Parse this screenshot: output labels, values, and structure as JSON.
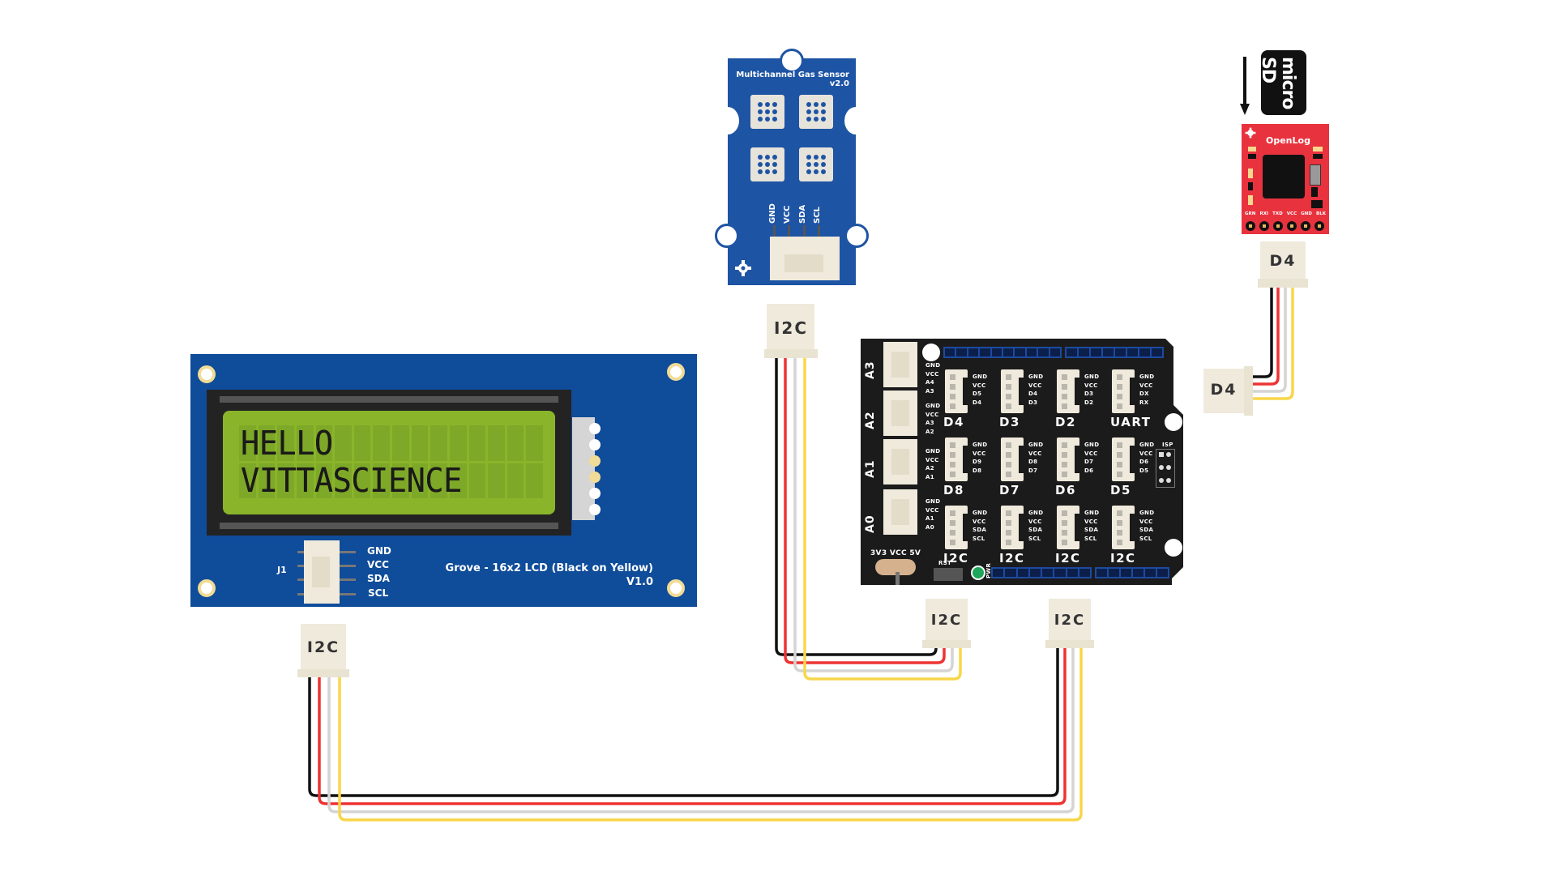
{
  "colors": {
    "wire_black": "#111111",
    "wire_red": "#ee3333",
    "wire_grey": "#d4d4d4",
    "wire_yellow": "#f8d64a",
    "grove_blue": "#1e54a4",
    "lcd_blue": "#0f4c99",
    "openlog_red": "#e8333f",
    "shield_black": "#1b1b1b",
    "lcd_green": "#8ab52a"
  },
  "gas_sensor": {
    "title": "Multichannel Gas Sensor",
    "version": "v2.0",
    "pins": [
      "GND",
      "VCC",
      "SDA",
      "SCL"
    ],
    "connector_label": "I2C"
  },
  "openlog": {
    "title": "OpenLog",
    "sd_card_label": "micro SD",
    "pins": [
      "GRN",
      "RXI",
      "TXD",
      "VCC",
      "GND",
      "BLK"
    ],
    "connector_label": "D4"
  },
  "lcd": {
    "line1": "HELLO",
    "line2": "VITTASCIENCE",
    "connector_name": "J1",
    "pins": [
      "GND",
      "VCC",
      "SDA",
      "SCL"
    ],
    "board_name": "Grove - 16x2 LCD (Black on Yellow)",
    "board_version": "V1.0",
    "connector_label": "I2C"
  },
  "shield": {
    "analog_ports": [
      {
        "name": "A3",
        "pins": [
          "GND",
          "VCC",
          "A4",
          "A3"
        ]
      },
      {
        "name": "A2",
        "pins": [
          "GND",
          "VCC",
          "A3",
          "A2"
        ]
      },
      {
        "name": "A1",
        "pins": [
          "GND",
          "VCC",
          "A2",
          "A1"
        ]
      },
      {
        "name": "A0",
        "pins": [
          "GND",
          "VCC",
          "A1",
          "A0"
        ]
      }
    ],
    "ports_row1": [
      {
        "name": "D4",
        "pins": [
          "GND",
          "VCC",
          "D5",
          "D4"
        ]
      },
      {
        "name": "D3",
        "pins": [
          "GND",
          "VCC",
          "D4",
          "D3"
        ]
      },
      {
        "name": "D2",
        "pins": [
          "GND",
          "VCC",
          "D3",
          "D2"
        ]
      },
      {
        "name": "UART",
        "pins": [
          "GND",
          "VCC",
          "DX",
          "RX"
        ]
      }
    ],
    "ports_row2": [
      {
        "name": "D8",
        "pins": [
          "GND",
          "VCC",
          "D9",
          "D8"
        ]
      },
      {
        "name": "D7",
        "pins": [
          "GND",
          "VCC",
          "D8",
          "D7"
        ]
      },
      {
        "name": "D6",
        "pins": [
          "GND",
          "VCC",
          "D7",
          "D6"
        ]
      },
      {
        "name": "D5",
        "pins": [
          "GND",
          "VCC",
          "D6",
          "D5"
        ]
      }
    ],
    "ports_row3": [
      {
        "name": "I2C",
        "pins": [
          "GND",
          "VCC",
          "SDA",
          "SCL"
        ]
      },
      {
        "name": "I2C",
        "pins": [
          "GND",
          "VCC",
          "SDA",
          "SCL"
        ]
      },
      {
        "name": "I2C",
        "pins": [
          "GND",
          "VCC",
          "SDA",
          "SCL"
        ]
      },
      {
        "name": "I2C",
        "pins": [
          "GND",
          "VCC",
          "SDA",
          "SCL"
        ]
      }
    ],
    "isp_label": "ISP",
    "voltage_switch_label": "3V3 VCC 5V",
    "reset_label": "RST",
    "power_label": "PWR"
  },
  "cables": {
    "shield_i2c_1": "I2C",
    "shield_i2c_2": "I2C",
    "openlog_side": "D4"
  }
}
